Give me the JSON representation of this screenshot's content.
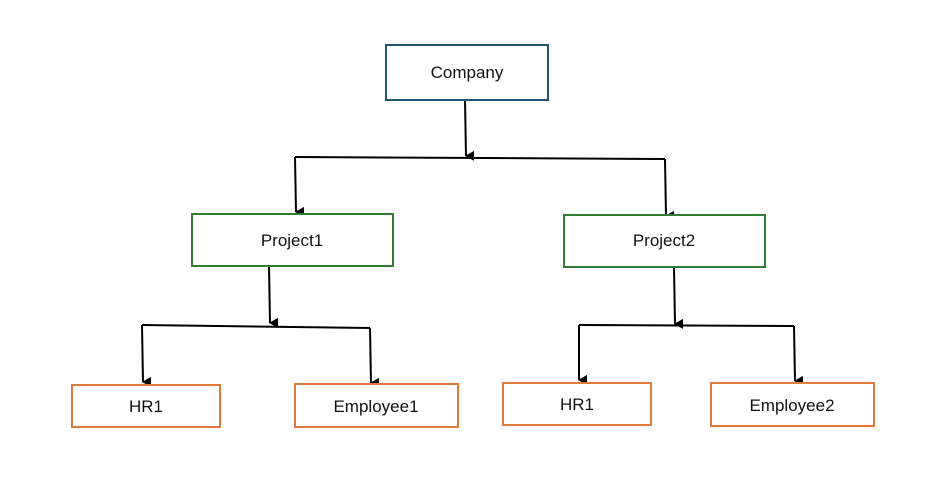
{
  "colors": {
    "company_border": "#1f5670",
    "project_border": "#2e7d32",
    "leaf_border": "#e07a3c",
    "connector": "#000000"
  },
  "nodes": {
    "company": {
      "label": "Company"
    },
    "project1": {
      "label": "Project1"
    },
    "project2": {
      "label": "Project2"
    },
    "hr1_left": {
      "label": "HR1"
    },
    "employee1": {
      "label": "Employee1"
    },
    "hr1_right": {
      "label": "HR1"
    },
    "employee2": {
      "label": "Employee2"
    }
  }
}
